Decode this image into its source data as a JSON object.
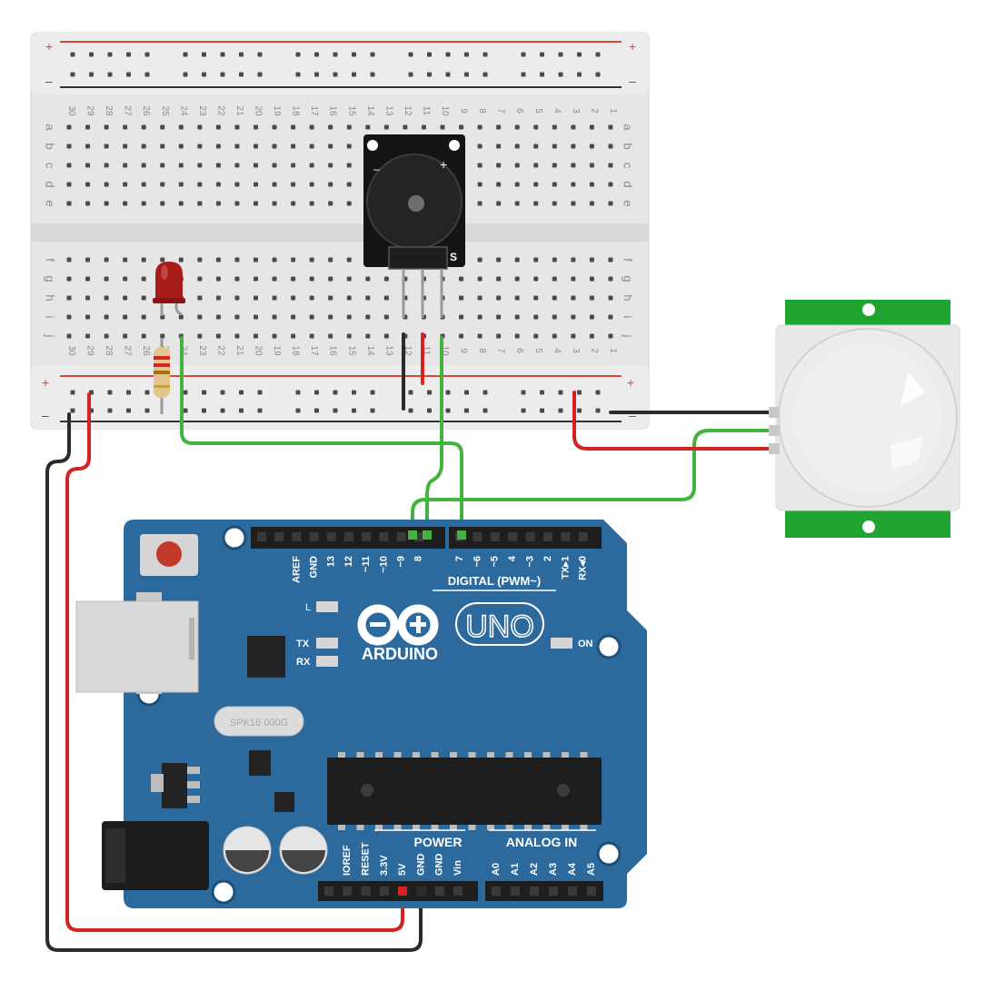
{
  "breadboard": {
    "rail_plus_symbol": "+",
    "rail_minus_symbol": "–",
    "row_letters_top": [
      "a",
      "b",
      "c",
      "d",
      "e"
    ],
    "row_letters_bottom": [
      "f",
      "g",
      "h",
      "i",
      "j"
    ],
    "column_numbers": [
      "30",
      "29",
      "28",
      "27",
      "26",
      "25",
      "24",
      "23",
      "22",
      "21",
      "20",
      "19",
      "18",
      "17",
      "16",
      "15",
      "14",
      "13",
      "12",
      "11",
      "10",
      "9",
      "8",
      "7",
      "6",
      "5",
      "4",
      "3",
      "2",
      "1"
    ]
  },
  "buzzer": {
    "signal_label": "S",
    "minus_label": "–",
    "plus_label": "+"
  },
  "arduino": {
    "brand": "ARDUINO",
    "model": "UNO",
    "digital_header_title": "DIGITAL (PWM~)",
    "digital_pins": [
      "AREF",
      "GND",
      "13",
      "12",
      "~11",
      "~10",
      "~9",
      "8",
      "7",
      "~6",
      "~5",
      "4",
      "~3",
      "2",
      "TX▸1",
      "RX◂0"
    ],
    "led_l": "L",
    "led_tx": "TX",
    "led_rx": "RX",
    "led_on": "ON",
    "crystal_text": "SPK16 000G",
    "power_header_title": "POWER",
    "power_pins": [
      "IOREF",
      "RESET",
      "3.3V",
      "5V",
      "GND",
      "GND",
      "Vin"
    ],
    "analog_header_title": "ANALOG IN",
    "analog_pins": [
      "A0",
      "A1",
      "A2",
      "A3",
      "A4",
      "A5"
    ]
  },
  "colors": {
    "board_blue": "#2c6a9e",
    "wire_red": "#d32424",
    "wire_black": "#2b2b2b",
    "wire_green": "#41b33e",
    "pir_green": "#1fa52f"
  }
}
